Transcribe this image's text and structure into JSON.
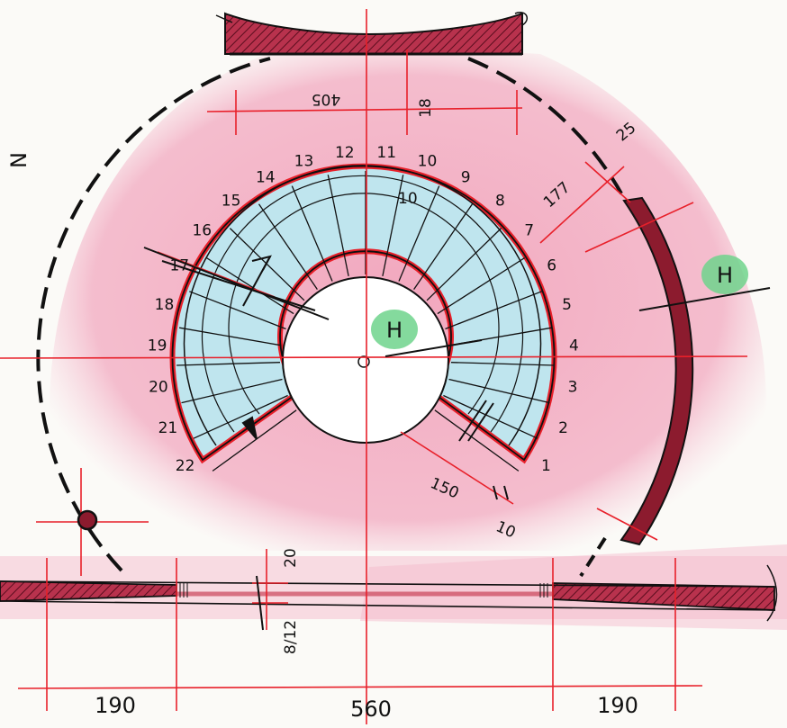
{
  "drawing": {
    "step_numbers_right": [
      "1",
      "2",
      "3",
      "4",
      "5",
      "6",
      "7",
      "8",
      "9",
      "10"
    ],
    "step_numbers_left": [
      "11",
      "12",
      "13",
      "14",
      "15",
      "16",
      "17",
      "18",
      "19",
      "20",
      "21",
      "22"
    ],
    "step_number_top_inner": "10",
    "dimensions": {
      "top_opening": "405",
      "top_depth": "18",
      "radius_outer": "177",
      "mark_top_right": "25",
      "inner_gap": "150",
      "inner_gap_small": "10",
      "slab_thickness": "20",
      "slab_step": "8/12",
      "bottom_left": "190",
      "bottom_center": "560",
      "bottom_right": "190"
    },
    "labels": {
      "tag_center": "H",
      "tag_right": "H",
      "north_mark": "N"
    },
    "colors": {
      "pink_wash": "#f0a7bd",
      "red_line": "#e8202a",
      "dark_red": "#8c1b2e",
      "blue_wash": "#bfe5ee",
      "green_tag": "#6fd48c"
    }
  }
}
